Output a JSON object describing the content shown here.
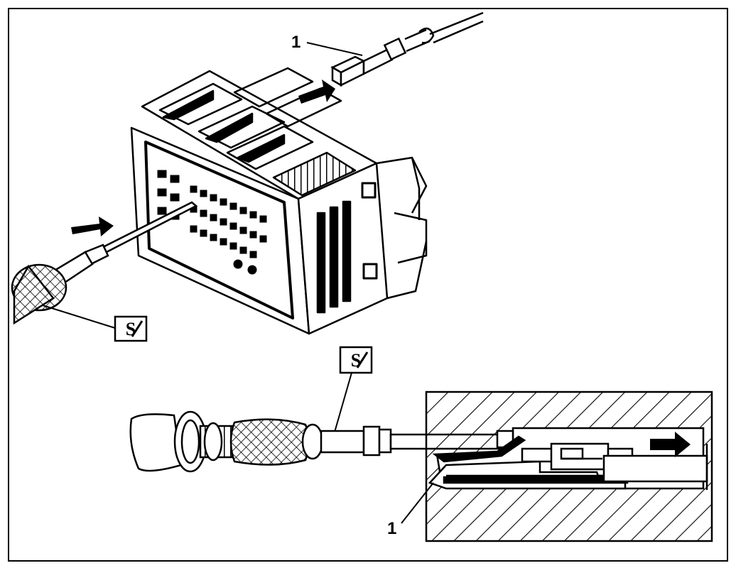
{
  "callouts": {
    "top_label": "1",
    "bottom_label": "1"
  },
  "tool_symbol": {
    "icon": "service-tool-symbol",
    "count": 2
  },
  "colors": {
    "ink": "#000000",
    "paper": "#ffffff"
  }
}
